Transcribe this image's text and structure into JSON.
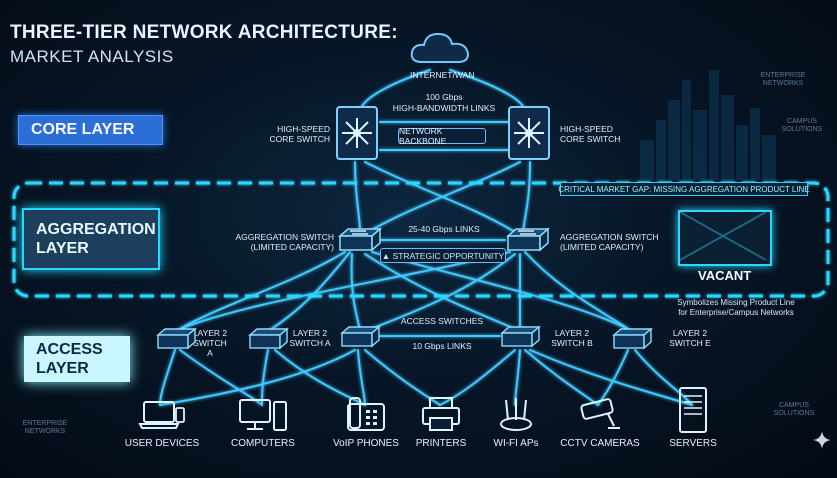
{
  "title": {
    "line1": "THREE-TIER NETWORK ARCHITECTURE:",
    "line2": "MARKET ANALYSIS"
  },
  "layers": {
    "core": "CORE LAYER",
    "aggregation": "AGGREGATION LAYER",
    "access": "ACCESS LAYER"
  },
  "cloud_label": "INTERNET/WAN",
  "core": {
    "link_speed": "100 Gbps",
    "link_label": "HIGH-BANDWIDTH LINKS",
    "backbone": "NETWORK BACKBONE",
    "left_label": "HIGH-SPEED CORE SWITCH",
    "right_label": "HIGH-SPEED CORE SWITCH"
  },
  "aggregation": {
    "gap_banner": "CRITICAL MARKET GAP: MISSING AGGREGATION PRODUCT LINE",
    "left_label": "AGGREGATION SWITCH (LIMITED CAPACITY)",
    "right_label": "AGGREGATION SWITCH (LIMITED CAPACITY)",
    "links": "25-40 Gbps LINKS",
    "opportunity": "▲ STRATEGIC OPPORTUNITY",
    "vacant": "VACANT",
    "vacant_note": "Symbolizes Missing Product Line for Enterprise/Campus Networks"
  },
  "access": {
    "title": "ACCESS SWITCHES",
    "links": "10 Gbps LINKS",
    "switch_a1": "LAYER 2 SWITCH A",
    "switch_a2": "LAYER 2 SWITCH A",
    "switch_b": "LAYER 2 SWITCH B",
    "switch_e": "LAYER 2 SWITCH E"
  },
  "devices": [
    "USER DEVICES",
    "COMPUTERS",
    "VoIP PHONES",
    "PRINTERS",
    "WI-FI APs",
    "CCTV CAMERAS",
    "SERVERS"
  ],
  "side_text": {
    "enterprise_networks": "ENTERPRISE NETWORKS",
    "campus_solutions": "CAMPUS SOLUTIONS"
  },
  "colors": {
    "accent": "#22d9ff",
    "core_box": "#2b6fd6",
    "access_box": "#c9f6ff",
    "link": "#41c8ff"
  }
}
